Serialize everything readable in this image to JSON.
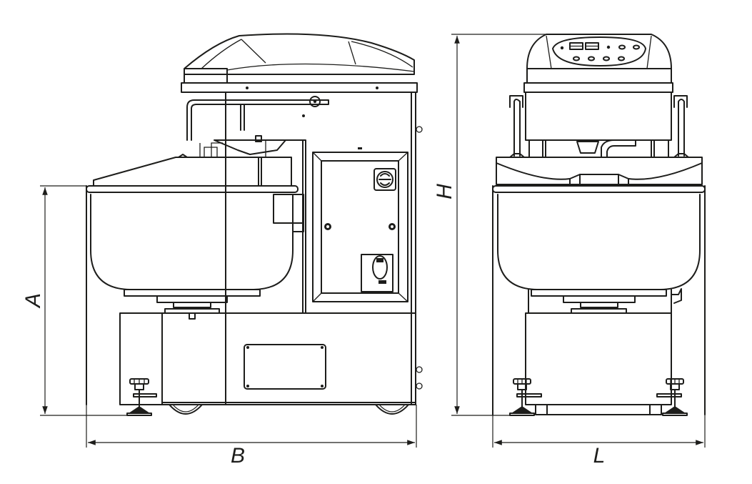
{
  "dimensions": {
    "height_side": "A",
    "width_side": "B",
    "height_total": "H",
    "length_front": "L"
  },
  "colors": {
    "line": "#1d1d1b",
    "background": "#ffffff"
  }
}
